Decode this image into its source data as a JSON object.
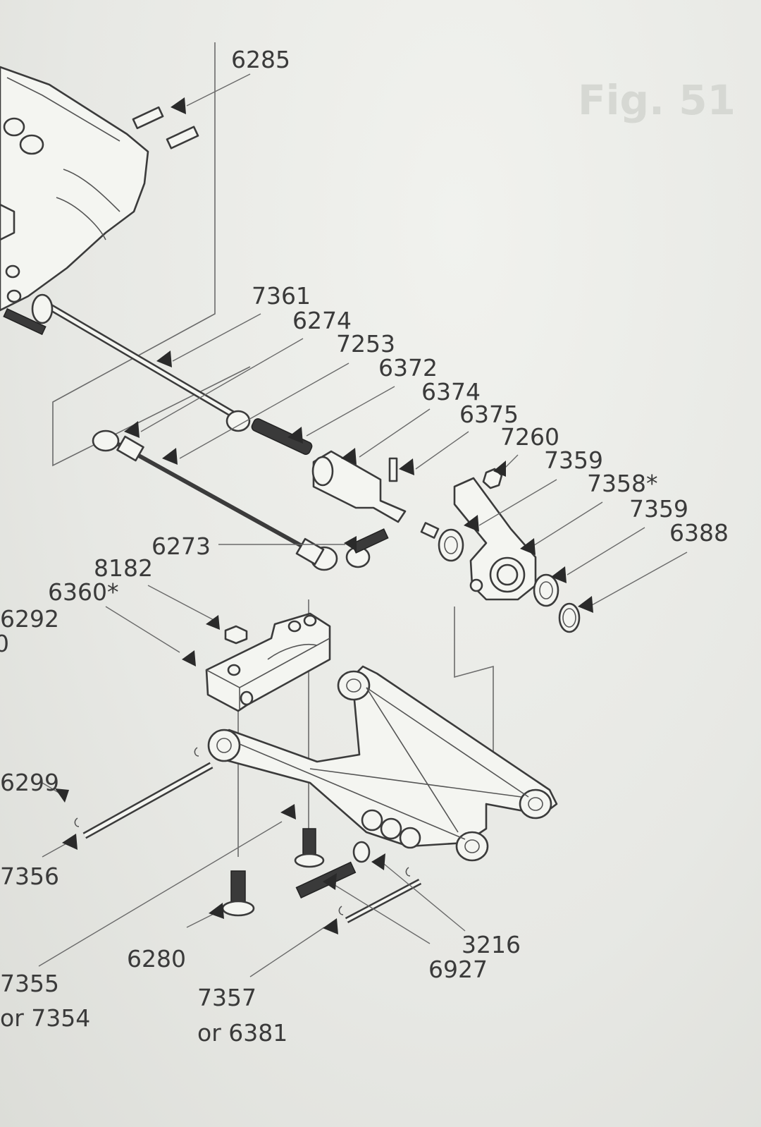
{
  "figure": {
    "bleed_title": "Fig. 51"
  },
  "parts": [
    {
      "id": "p6285",
      "text": "6285"
    },
    {
      "id": "p7361",
      "text": "7361"
    },
    {
      "id": "p6274",
      "text": "6274"
    },
    {
      "id": "p7253",
      "text": "7253"
    },
    {
      "id": "p6372",
      "text": "6372"
    },
    {
      "id": "p6374",
      "text": "6374"
    },
    {
      "id": "p6375",
      "text": "6375"
    },
    {
      "id": "p7260",
      "text": "7260"
    },
    {
      "id": "p7359a",
      "text": "7359"
    },
    {
      "id": "p7358",
      "text": "7358*"
    },
    {
      "id": "p7359b",
      "text": "7359"
    },
    {
      "id": "p6388",
      "text": "6388"
    },
    {
      "id": "p6273",
      "text": "6273"
    },
    {
      "id": "p8182",
      "text": "8182"
    },
    {
      "id": "p6360",
      "text": "6360*"
    },
    {
      "id": "p6292",
      "text": "6292"
    },
    {
      "id": "p6292b",
      "text": "0"
    },
    {
      "id": "p6299",
      "text": "6299"
    },
    {
      "id": "p7356",
      "text": "7356"
    },
    {
      "id": "p6280",
      "text": "6280"
    },
    {
      "id": "p7355",
      "text": "7355"
    },
    {
      "id": "p7354",
      "text": "or 7354"
    },
    {
      "id": "p7357",
      "text": "7357"
    },
    {
      "id": "p6381",
      "text": "or 6381"
    },
    {
      "id": "p3216",
      "text": "3216"
    },
    {
      "id": "p6927",
      "text": "6927"
    }
  ]
}
